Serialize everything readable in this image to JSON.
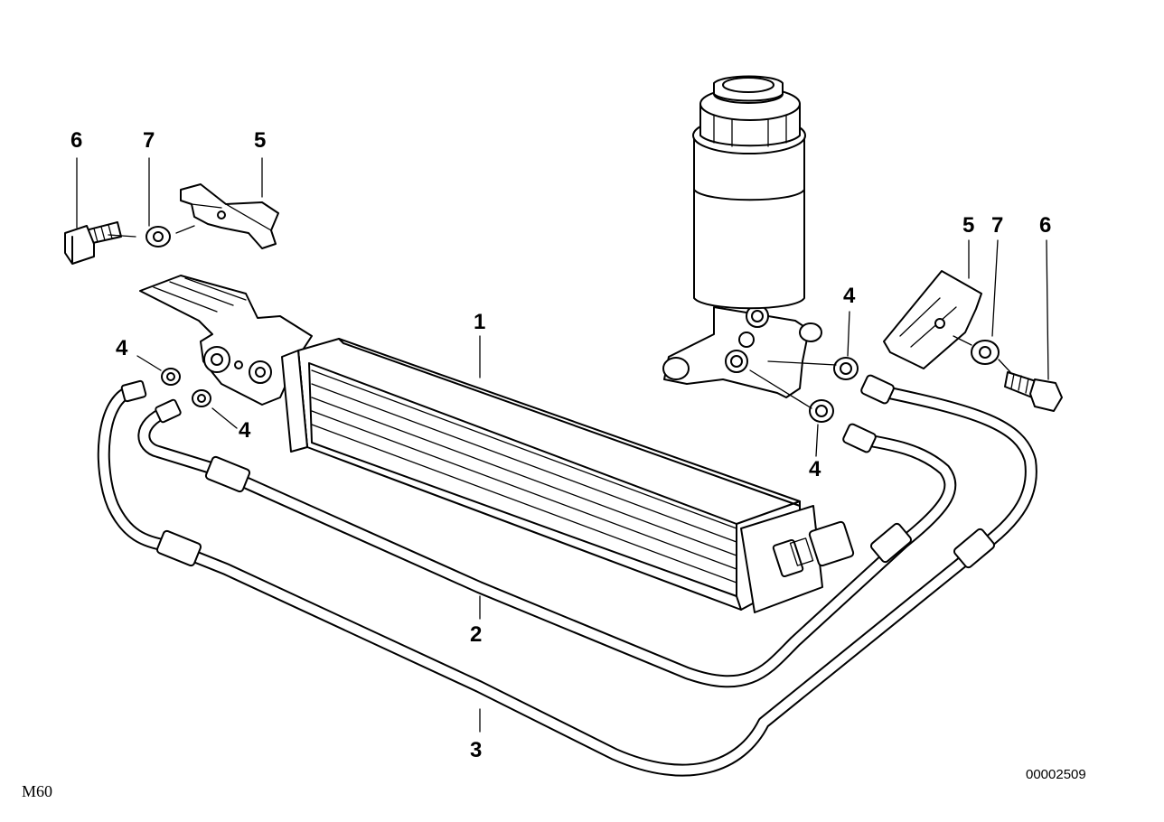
{
  "diagram": {
    "model_label": "M60",
    "drawing_number": "00002509",
    "callouts": {
      "cooler": "1",
      "hose_inner": "2",
      "hose_outer": "3",
      "seal_upper_left": "4",
      "seal_lower_left": "4",
      "seal_upper_right": "4",
      "seal_lower_right": "4",
      "bracket_left": "5",
      "bracket_right": "5",
      "bolt_left": "6",
      "bolt_right": "6",
      "washer_left": "7",
      "washer_right": "7"
    }
  }
}
